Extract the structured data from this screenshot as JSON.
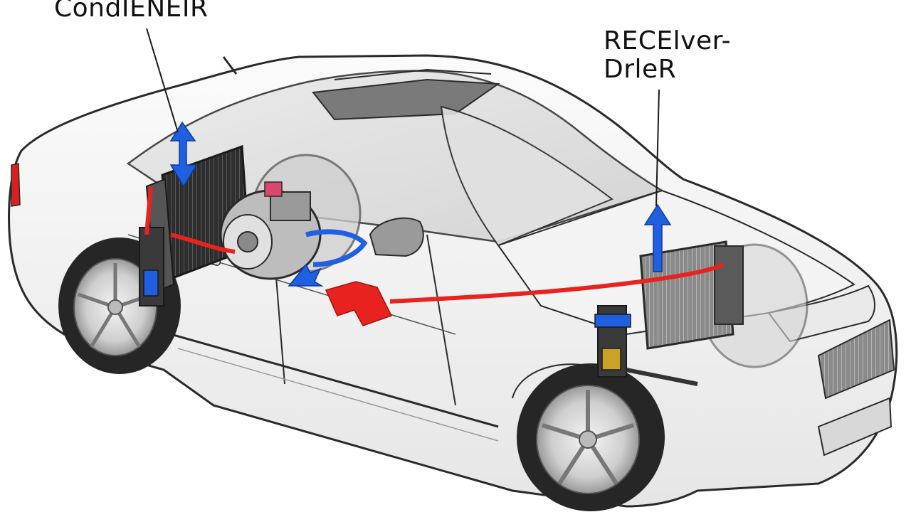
{
  "labels": {
    "condenser": "CondIENEIR",
    "receiver_line1": "RECElver-",
    "receiver_line2": "DrleR"
  },
  "colors": {
    "outline": "#2a2a2a",
    "body_fill": "#f2f2f2",
    "glass": "#dcdcdc",
    "refrigerant_hot": "#e8231f",
    "refrigerant_cold": "#1f5fe0",
    "tire": "#262626",
    "component_dark": "#3a3a3a"
  },
  "icons": {
    "condenser_flow": "blue-double-arrow-icon",
    "receiver_flow": "blue-up-arrow-icon",
    "hot_flow": "red-arrow-icon"
  }
}
